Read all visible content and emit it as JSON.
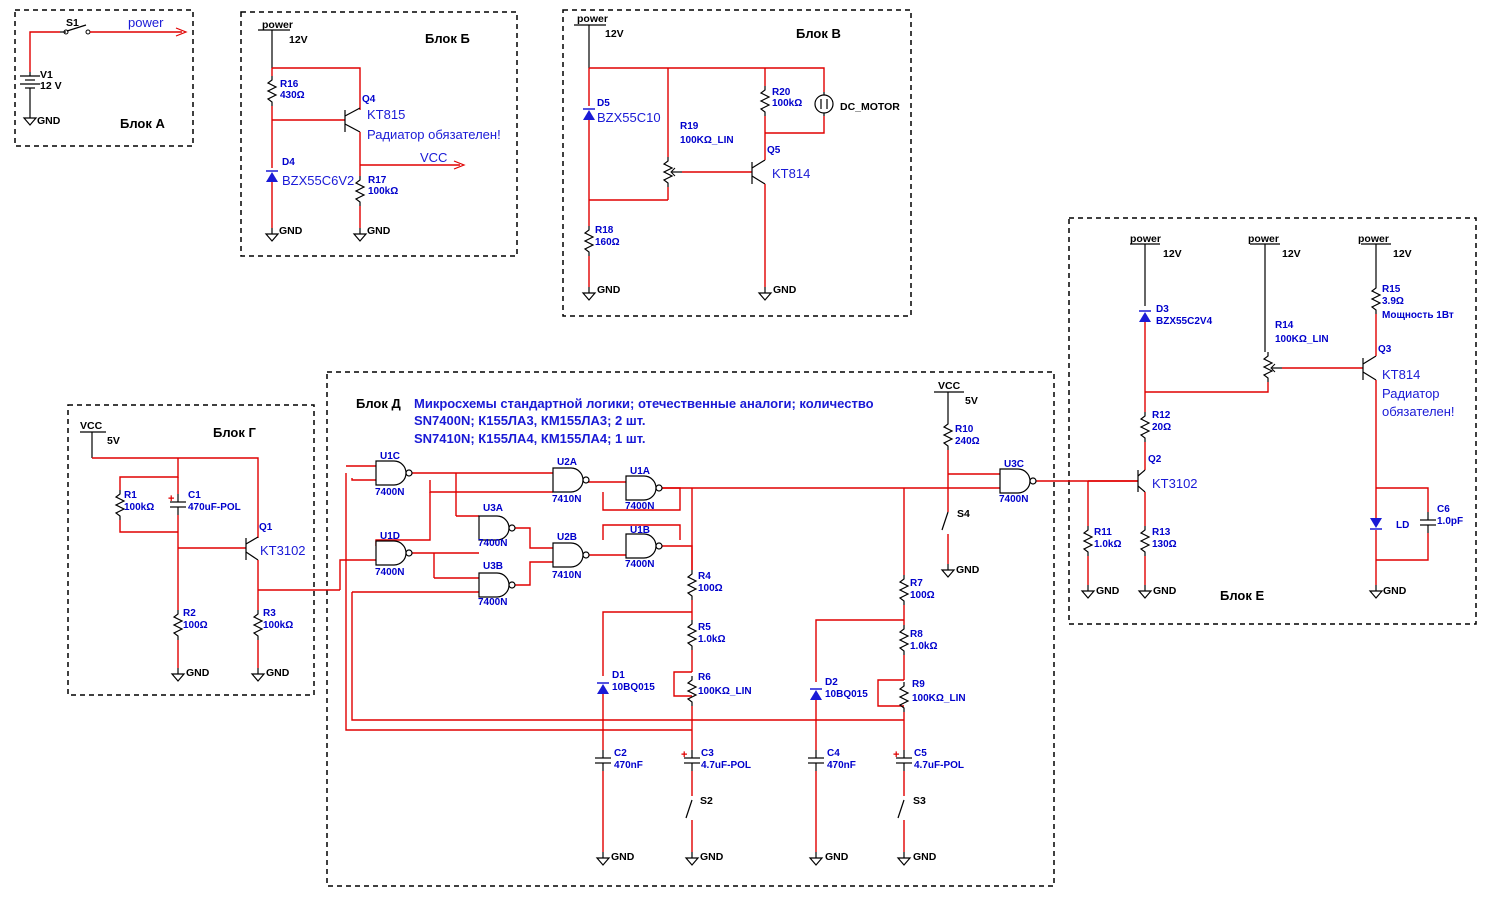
{
  "blocks": {
    "a": "Блок А",
    "b": "Блок Б",
    "v": "Блок В",
    "g": "Блок Г",
    "d": "Блок Д",
    "e": "Блок Е"
  },
  "nets": {
    "power": "power",
    "vcc": "VCC",
    "gnd": "GND",
    "v12": "12V",
    "v5": "5V"
  },
  "block_a": {
    "switch": "S1",
    "source": "V1",
    "source_value": "12 V",
    "net_label": "power"
  },
  "block_b": {
    "r16": "R16",
    "r16_value": "430Ω",
    "d4": "D4",
    "d4_value": "BZX55C6V2",
    "q4": "Q4",
    "q4_value": "KT815",
    "q4_note": "Радиатор обязателен!",
    "r17": "R17",
    "r17_value": "100kΩ",
    "out_label": "VCC"
  },
  "block_v": {
    "d5": "D5",
    "d5_value": "BZX55C10",
    "r18": "R18",
    "r18_value": "160Ω",
    "r19": "R19",
    "r19_value": "100KΩ_LIN",
    "r20": "R20",
    "r20_value": "100kΩ",
    "motor": "DC_MOTOR",
    "q5": "Q5",
    "q5_value": "KT814"
  },
  "block_g": {
    "r1": "R1",
    "r1_value": "100kΩ",
    "c1": "C1",
    "c1_value": "470uF-POL",
    "q1": "Q1",
    "q1_value": "KT3102",
    "r2": "R2",
    "r2_value": "100Ω",
    "r3": "R3",
    "r3_value": "100kΩ"
  },
  "block_d": {
    "note_line1": "Микросхемы стандартной логики; отечественные аналоги; количество",
    "note_line2": "SN7400N; К155ЛА3, КМ155ЛА3; 2 шт.",
    "note_line3": "SN7410N; К155ЛА4, КМ155ЛА4; 1 шт.",
    "u1c": "U1C",
    "u1d": "U1D",
    "u2a": "U2A",
    "u2b": "U2B",
    "u3a": "U3A",
    "u3b": "U3B",
    "u1a": "U1A",
    "u1b": "U1B",
    "u3c": "U3C",
    "p7400": "7400N",
    "p7410": "7410N",
    "r4": "R4",
    "r4_value": "100Ω",
    "r5": "R5",
    "r5_value": "1.0kΩ",
    "r6": "R6",
    "r6_value": "100KΩ_LIN",
    "d1": "D1",
    "d1_value": "10BQ015",
    "c2": "C2",
    "c2_value": "470nF",
    "c3": "C3",
    "c3_value": "4.7uF-POL",
    "s2": "S2",
    "r7": "R7",
    "r7_value": "100Ω",
    "r8": "R8",
    "r8_value": "1.0kΩ",
    "r9": "R9",
    "r9_value": "100KΩ_LIN",
    "d2": "D2",
    "d2_value": "10BQ015",
    "c4": "C4",
    "c4_value": "470nF",
    "c5": "C5",
    "c5_value": "4.7uF-POL",
    "s3": "S3",
    "r10": "R10",
    "r10_value": "240Ω",
    "s4": "S4"
  },
  "block_e": {
    "d3": "D3",
    "d3_value": "BZX55C2V4",
    "r12": "R12",
    "r12_value": "20Ω",
    "r11": "R11",
    "r11_value": "1.0kΩ",
    "r13": "R13",
    "r13_value": "130Ω",
    "q2": "Q2",
    "q2_value": "KT3102",
    "r14": "R14",
    "r14_value": "100KΩ_LIN",
    "r15": "R15",
    "r15_value": "3.9Ω",
    "r15_note": "Мощность 1Вт",
    "q3": "Q3",
    "q3_value": "KT814",
    "q3_note1": "Радиатор",
    "q3_note2": "обязателен!",
    "ld": "LD",
    "c6": "C6",
    "c6_value": "1.0pF"
  },
  "colors": {
    "wire": "#e00000",
    "label": "#0000cc",
    "ink": "#000000"
  }
}
